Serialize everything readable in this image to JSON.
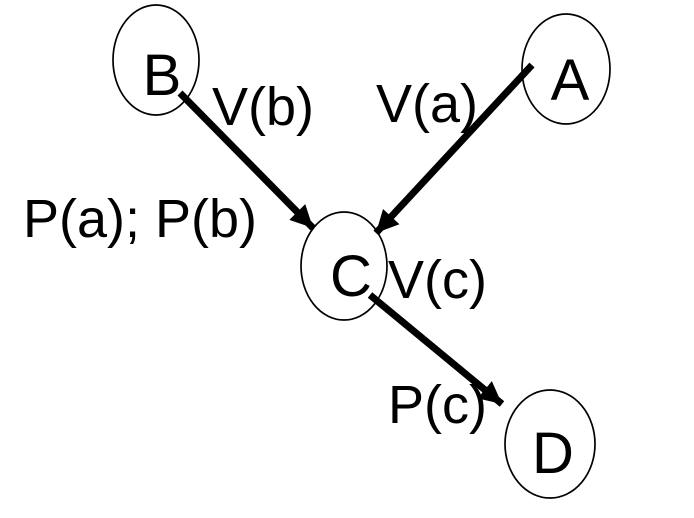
{
  "diagram": {
    "background_color": "#ffffff",
    "line_color": "#000000",
    "nodes": [
      {
        "id": "B",
        "label": "B"
      },
      {
        "id": "A",
        "label": "A"
      },
      {
        "id": "C",
        "label": "C"
      },
      {
        "id": "D",
        "label": "D"
      }
    ],
    "edges": [
      {
        "from": "B",
        "to": "C",
        "label": "V(b)"
      },
      {
        "from": "A",
        "to": "C",
        "label": "V(a)"
      },
      {
        "from": "C",
        "to": "D",
        "label": "V(c)"
      }
    ],
    "annotations": [
      {
        "text": "P(a); P(b)"
      },
      {
        "text": "P(c)"
      }
    ]
  }
}
